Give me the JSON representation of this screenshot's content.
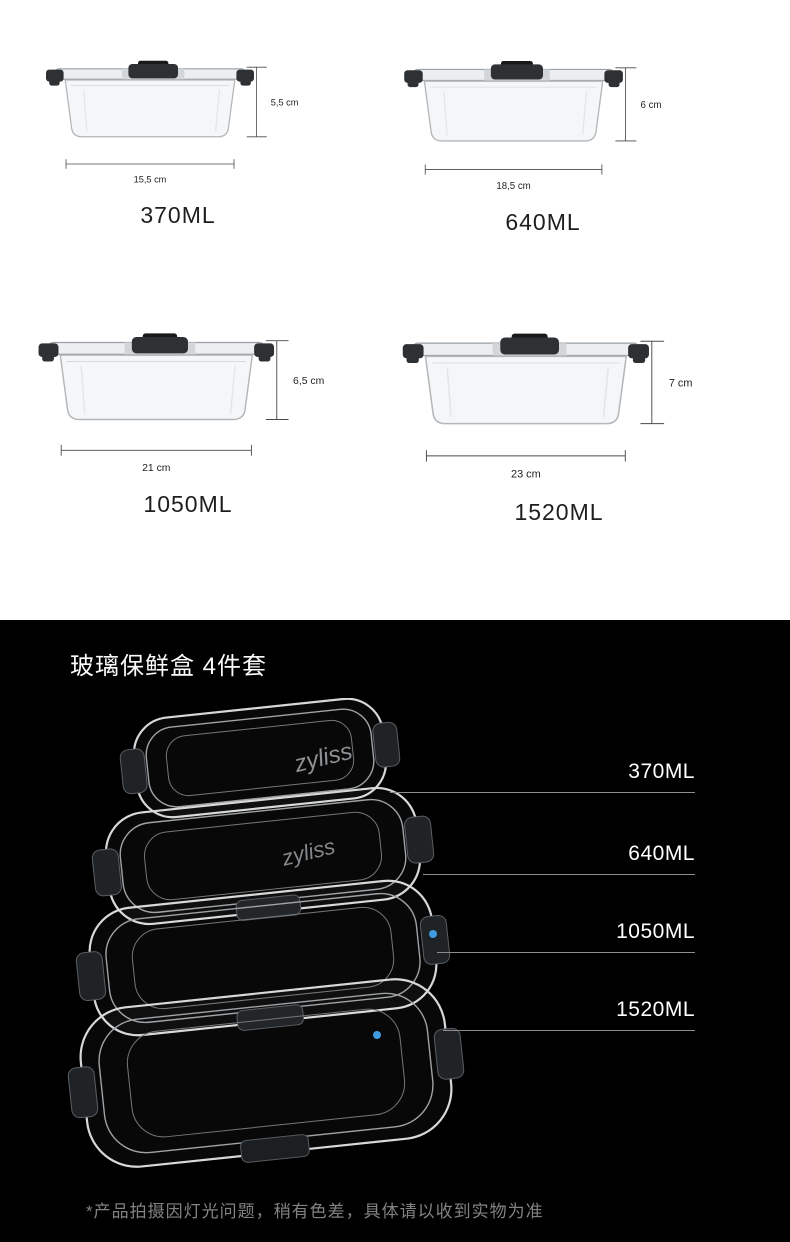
{
  "spec_items": [
    {
      "volume": "370ML",
      "width_label": "15,5 cm",
      "height_label": "5,5 cm"
    },
    {
      "volume": "640ML",
      "width_label": "18,5 cm",
      "height_label": "6 cm"
    },
    {
      "volume": "1050ML",
      "width_label": "21 cm",
      "height_label": "6,5 cm"
    },
    {
      "volume": "1520ML",
      "width_label": "23 cm",
      "height_label": "7 cm"
    }
  ],
  "set_section": {
    "title": "玻璃保鲜盒 4件套",
    "brand": "zyliss",
    "labels": [
      "370ML",
      "640ML",
      "1050ML",
      "1520ML"
    ]
  },
  "footer": {
    "disclaimer": "*产品拍摄因灯光问题，稍有色差，具体请以收到实物为准"
  },
  "colors": {
    "top_background": "#ffffff",
    "bottom_background": "#000000",
    "accent_dot": "#3f9ae0"
  }
}
